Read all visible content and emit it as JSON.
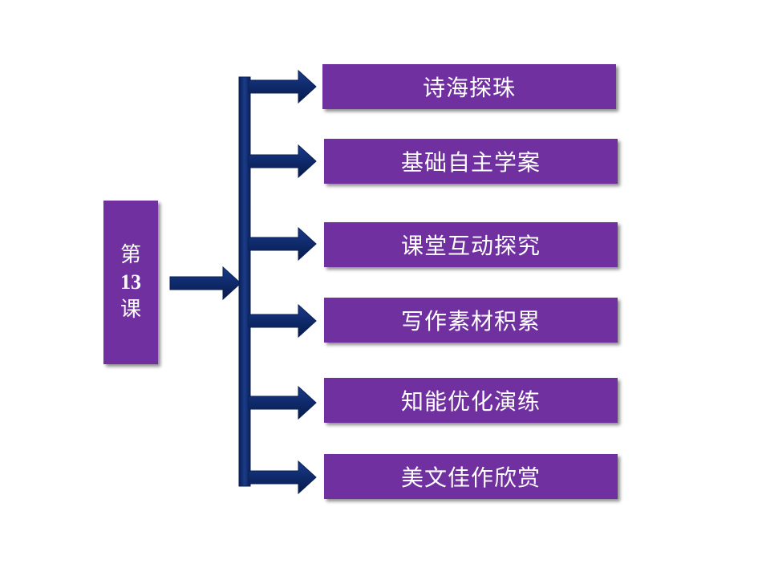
{
  "lesson": {
    "char_top": "第",
    "number": "13",
    "char_bottom": "课"
  },
  "menu": {
    "items": [
      {
        "label": "诗海探珠"
      },
      {
        "label": "基础自主学案"
      },
      {
        "label": "课堂互动探究"
      },
      {
        "label": "写作素材积累"
      },
      {
        "label": "知能优化演练"
      },
      {
        "label": "美文佳作欣赏"
      }
    ]
  },
  "colors": {
    "box_fill": "#7030a0",
    "arrow_fill": "#0f2a6b",
    "text": "#ffffff"
  }
}
